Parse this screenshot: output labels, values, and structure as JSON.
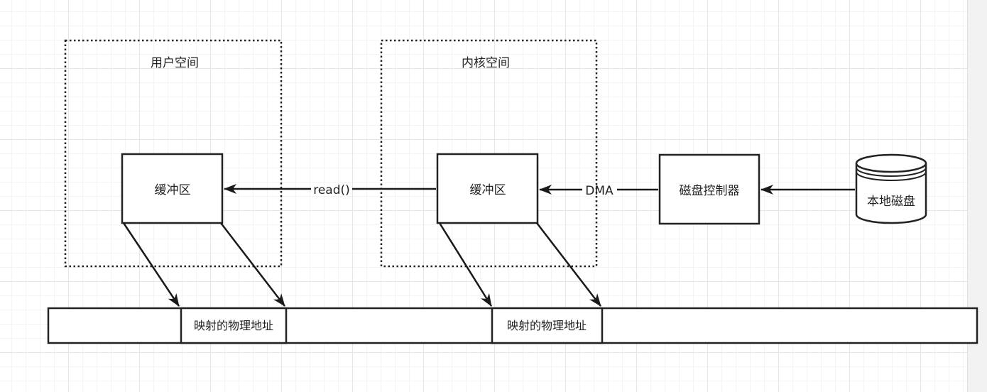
{
  "diagram": {
    "regions": {
      "user_space": "用户空间",
      "kernel_space": "内核空间"
    },
    "nodes": {
      "user_buffer": "缓冲区",
      "kernel_buffer": "缓冲区",
      "disk_controller": "磁盘控制器",
      "local_disk": "本地磁盘",
      "mapped_address_user": "映射的物理地址",
      "mapped_address_kernel": "映射的物理地址"
    },
    "edges": {
      "read_call": "read()",
      "dma": "DMA"
    }
  }
}
